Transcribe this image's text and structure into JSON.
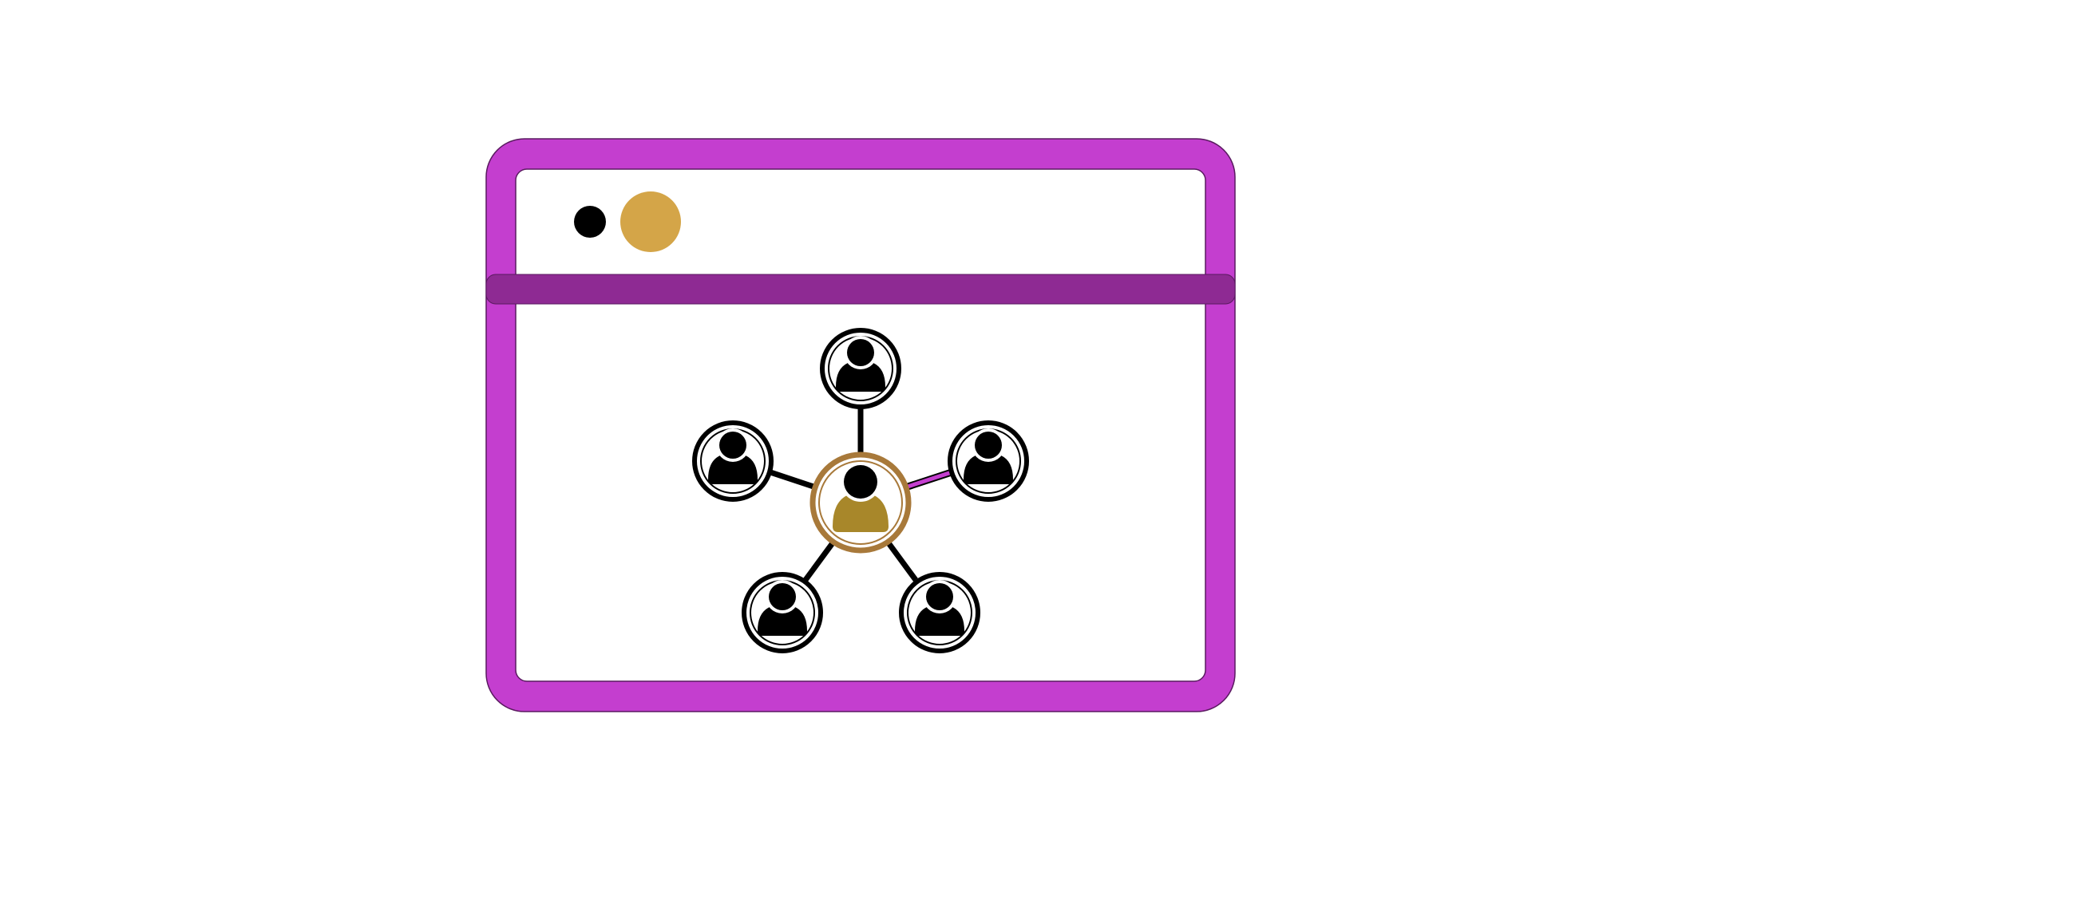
{
  "colors": {
    "frame": "#C43ECF",
    "frame_outline": "#5A1A60",
    "address_bar": "#8E2A93",
    "window_background": "#FFFFFF",
    "dot_dark": "#000000",
    "dot_gold": "#D4A548",
    "hub_ring": "#A8793A",
    "hub_person": "#A8872A",
    "node_ring": "#000000",
    "node_person": "#000000",
    "link_default": "#000000",
    "link_highlight": "#C43ECF"
  },
  "icons": {
    "window": "browser-window-icon",
    "hub": "user-icon",
    "node": "user-icon"
  },
  "network": {
    "hub": {
      "name": "hub-user"
    },
    "nodes": [
      {
        "name": "user-top",
        "highlight_link": false
      },
      {
        "name": "user-left",
        "highlight_link": false
      },
      {
        "name": "user-right",
        "highlight_link": true
      },
      {
        "name": "user-bottom-left",
        "highlight_link": false
      },
      {
        "name": "user-bottom-right",
        "highlight_link": false
      }
    ]
  }
}
